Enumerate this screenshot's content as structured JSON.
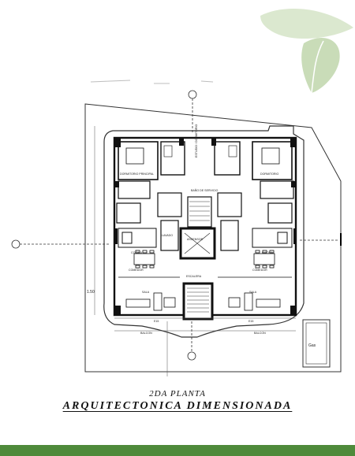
{
  "title": {
    "line1": "2DA PLANTA",
    "line2": "ARQUITECTONICA DIMENSIONADA"
  },
  "dimension_left": "1.50",
  "dimension_top_left": "E15",
  "dimension_top_right": "E15",
  "room_labels": {
    "balcon_left": "BALCON",
    "balcon_right": "BALCON",
    "gas": "Gas",
    "sala_left": "SALA",
    "sala_right": "SALA",
    "comedor_left": "COMEDOR",
    "comedor_right": "COMEDOR",
    "cocina_left": "COCINA",
    "cocina_right": "COCINA",
    "escalera": "ESCALERA",
    "ascensor": "ASCENSOR",
    "dormitorio_left": "DORMITORIO PRINCIPAL",
    "dormitorio_right": "DORMITORIO",
    "estudio": "ESTUDIO / DORMITORIO",
    "servicio": "BAÑO DE SERVICIO",
    "lavado": "LAVADO"
  },
  "colors": {
    "footer": "#4e8a3a",
    "leaf_light": "#dbe8cf",
    "leaf_dark": "#c9dcb8",
    "line": "#222222"
  }
}
